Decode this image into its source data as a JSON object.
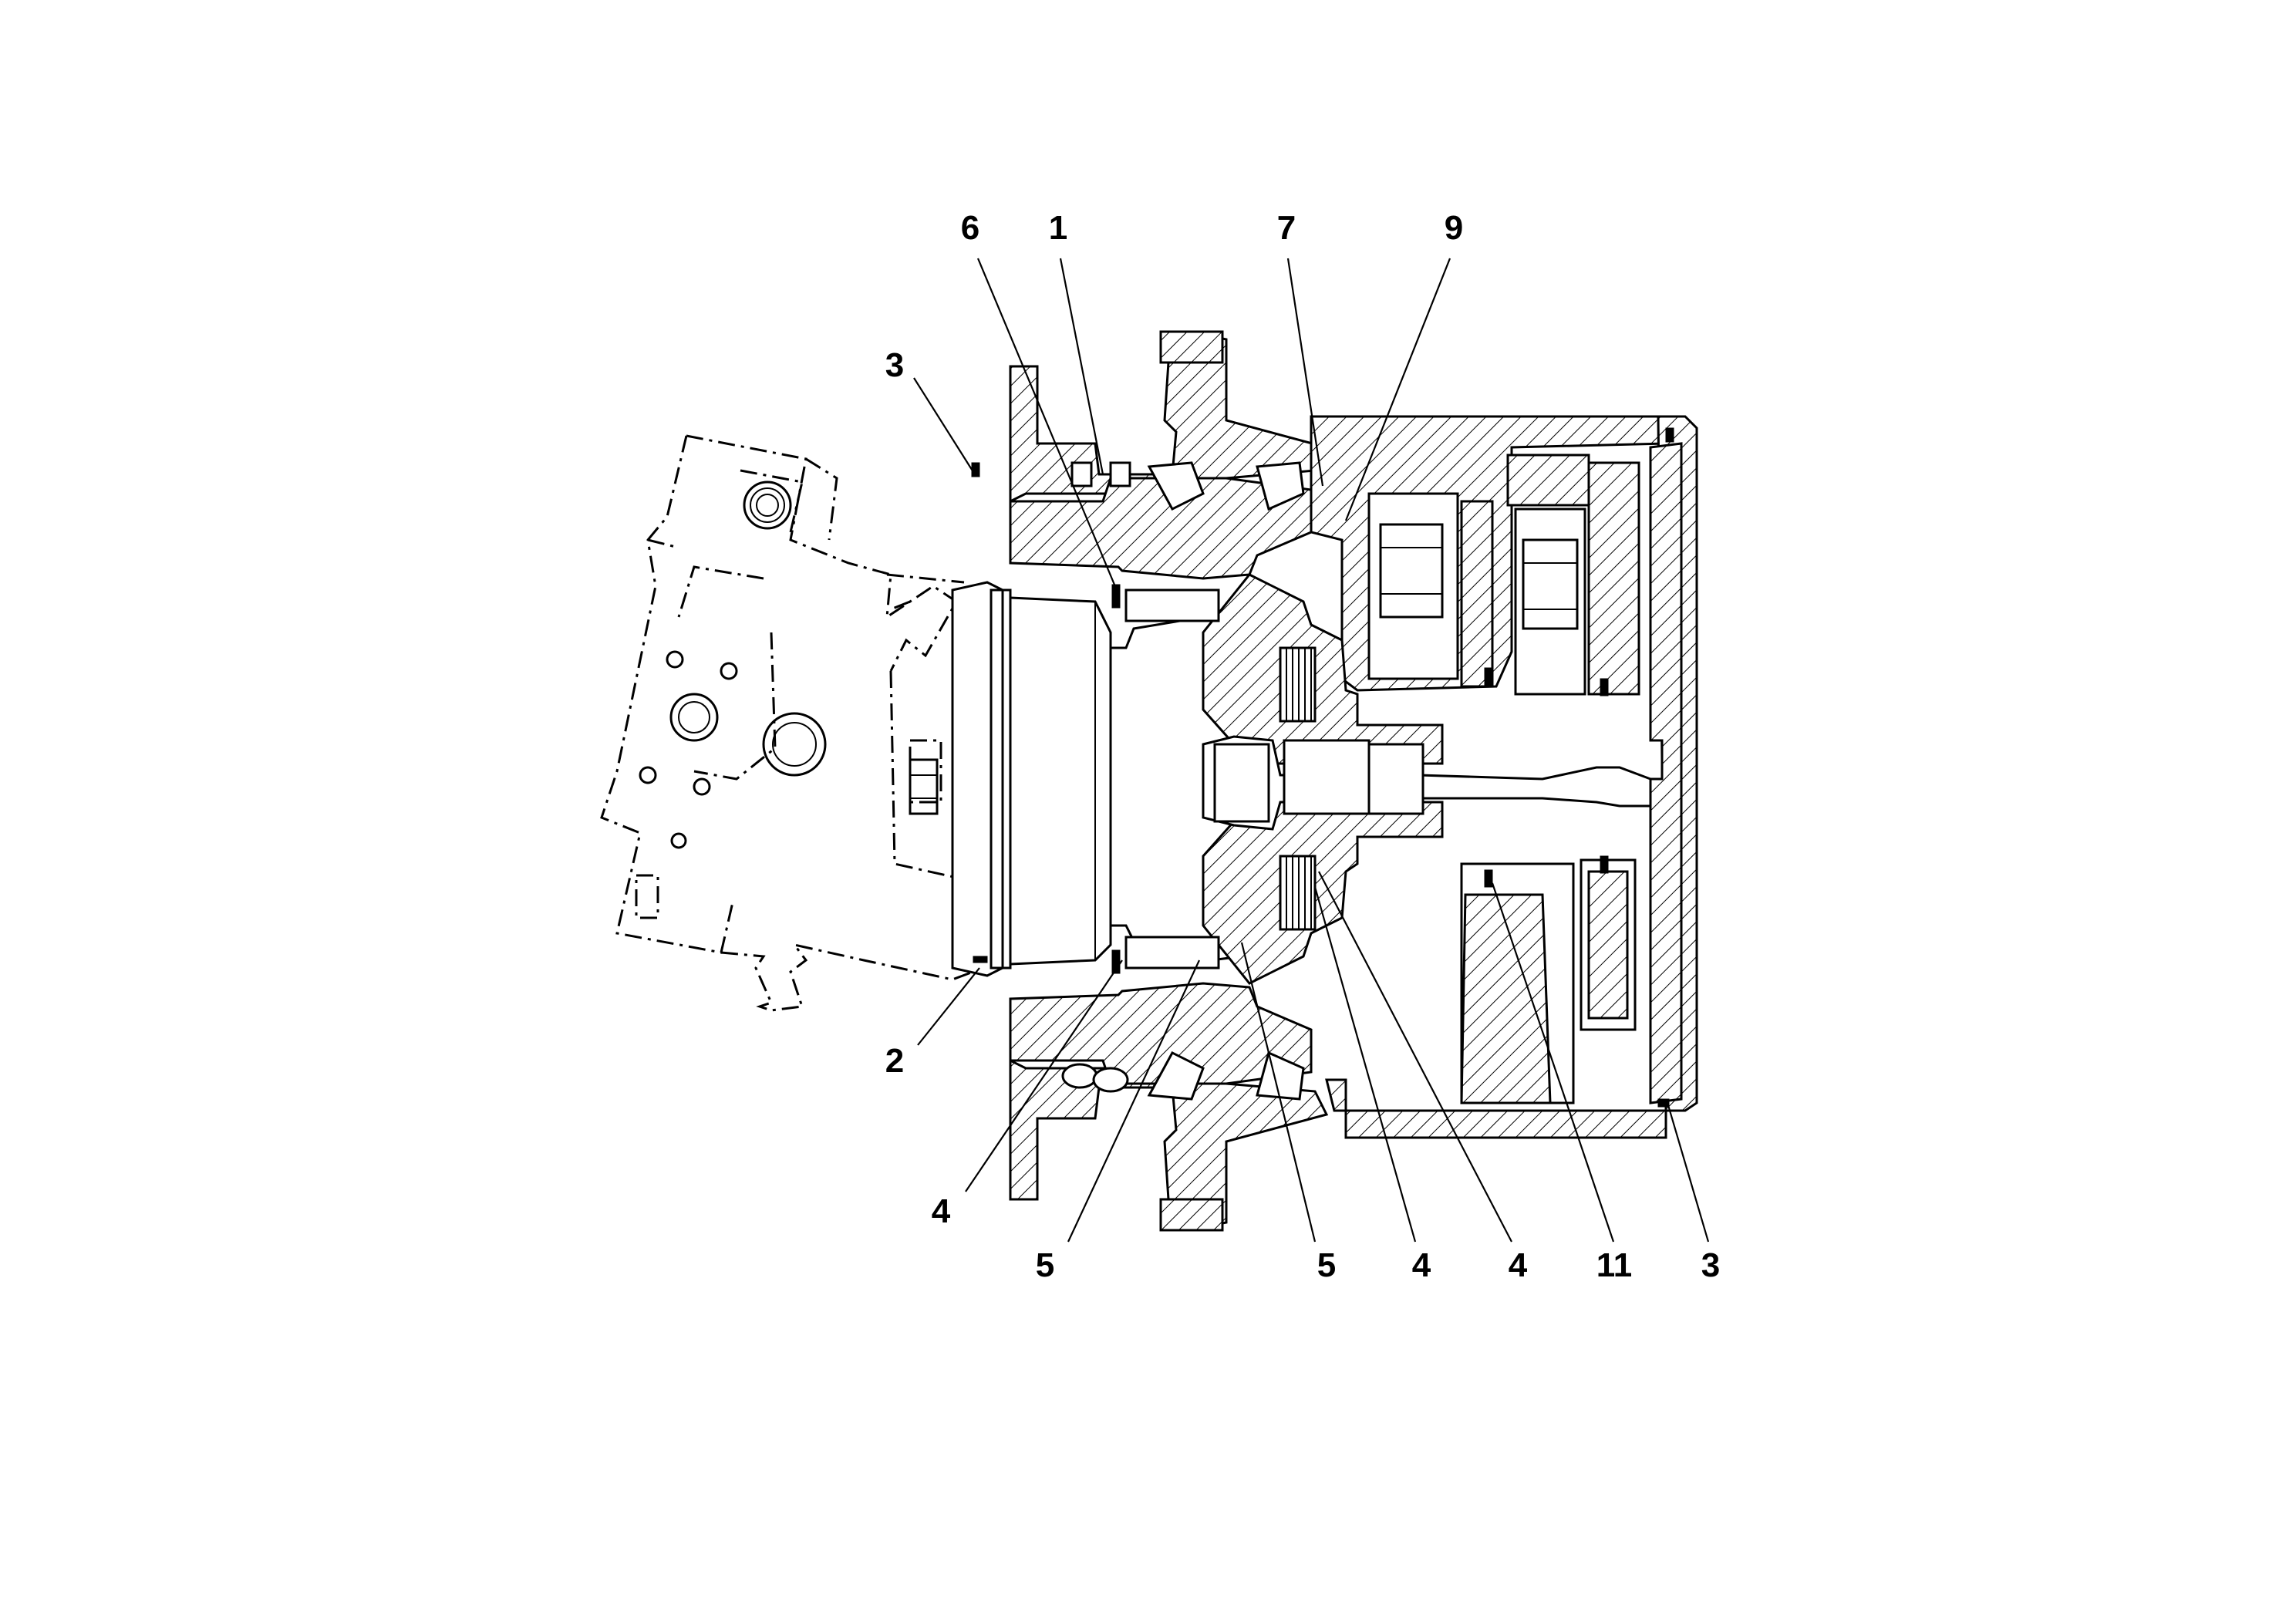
{
  "callouts": [
    {
      "id": "6",
      "label": "6"
    },
    {
      "id": "1",
      "label": "1"
    },
    {
      "id": "7",
      "label": "7"
    },
    {
      "id": "9",
      "label": "9"
    },
    {
      "id": "3a",
      "label": "3"
    },
    {
      "id": "2",
      "label": "2"
    },
    {
      "id": "4a",
      "label": "4"
    },
    {
      "id": "5a",
      "label": "5"
    },
    {
      "id": "5b",
      "label": "5"
    },
    {
      "id": "4b",
      "label": "4"
    },
    {
      "id": "4c",
      "label": "4"
    },
    {
      "id": "11",
      "label": "11"
    },
    {
      "id": "3b",
      "label": "3"
    }
  ]
}
